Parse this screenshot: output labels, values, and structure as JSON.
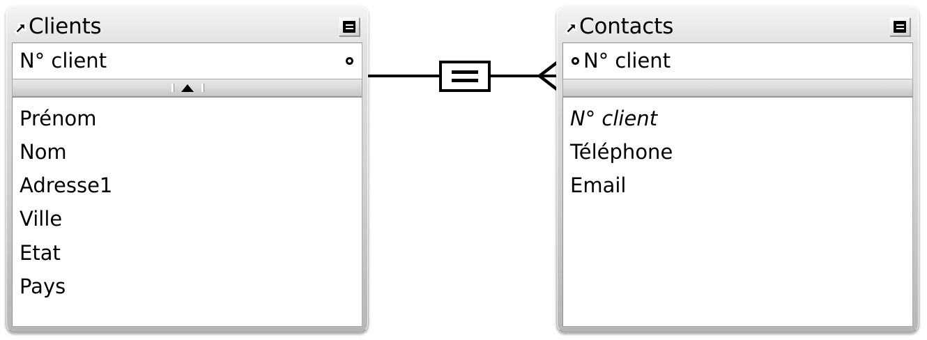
{
  "diagram": {
    "type": "entity-relationship",
    "tables": [
      {
        "name": "Clients",
        "external_source_icon": "external-link-arrow-icon",
        "view_button_icon": "list-view-icon",
        "key_field": {
          "label": "N° client",
          "dot_side": "right"
        },
        "sort_indicator": {
          "visible": true,
          "direction": "ascending",
          "glyph": "up-triangle"
        },
        "fields": [
          {
            "label": "Prénom",
            "italic": false
          },
          {
            "label": "Nom",
            "italic": false
          },
          {
            "label": "Adresse1",
            "italic": false
          },
          {
            "label": "Ville",
            "italic": false
          },
          {
            "label": "Etat",
            "italic": false
          },
          {
            "label": "Pays",
            "italic": false
          }
        ]
      },
      {
        "name": "Contacts",
        "external_source_icon": "external-link-arrow-icon",
        "view_button_icon": "list-view-icon",
        "key_field": {
          "label": "N° client",
          "dot_side": "left"
        },
        "sort_indicator": {
          "visible": false,
          "direction": "",
          "glyph": ""
        },
        "fields": [
          {
            "label": "N° client",
            "italic": true
          },
          {
            "label": "Téléphone",
            "italic": false
          },
          {
            "label": "Email",
            "italic": false
          }
        ]
      }
    ],
    "relationship": {
      "operator": "=",
      "operator_name": "equal-join-operator",
      "left_cardinality": "one",
      "left_cardinality_glyph": "circle",
      "right_cardinality": "many",
      "right_cardinality_glyph": "crows-foot",
      "line_color": "#000000"
    }
  },
  "colors": {
    "frame": "#cfcfcf",
    "titlebar": "#c8c8c8",
    "panel": "#ffffff",
    "text": "#000000",
    "border": "#a9a9a9"
  }
}
